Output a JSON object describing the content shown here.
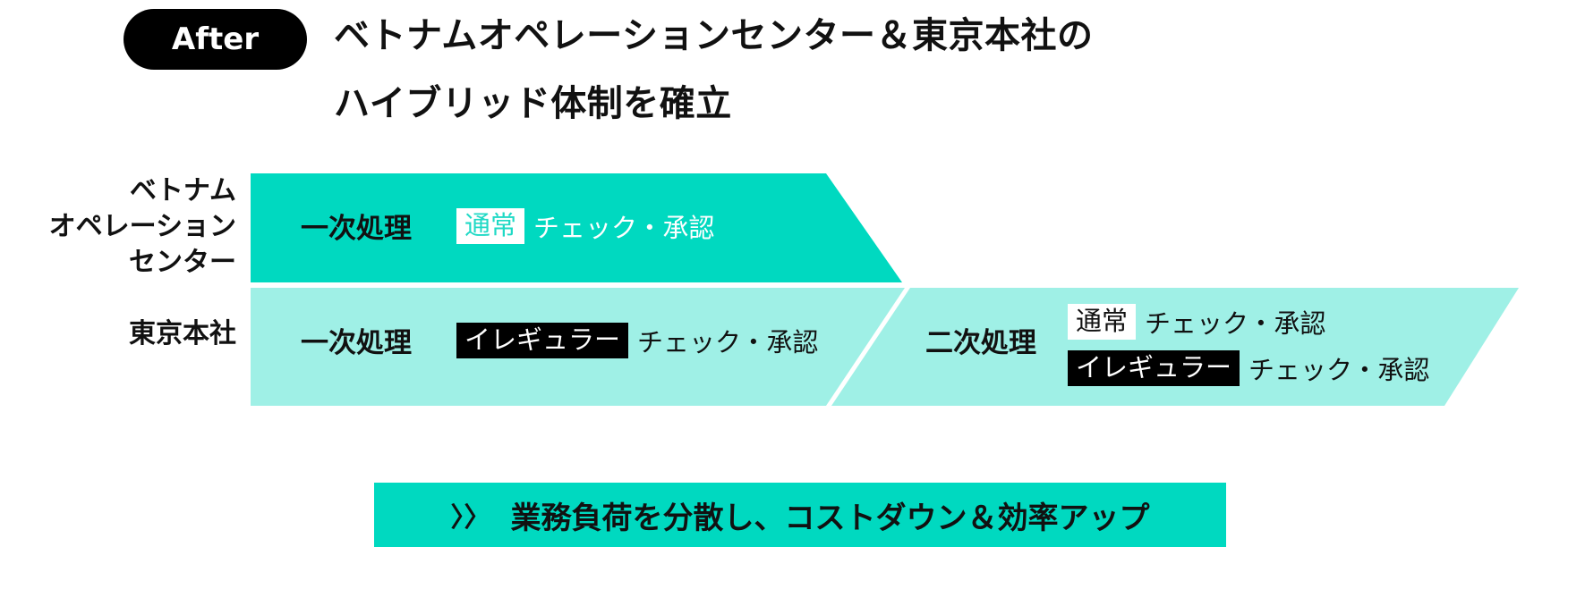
{
  "badge": {
    "label": "After"
  },
  "headline": {
    "line1": "ベトナムオペレーションセンター＆東京本社の",
    "line2": "ハイブリッド体制を確立"
  },
  "rows": {
    "vietnam_label_lines": [
      "ベトナム",
      "オペレーション",
      "センター"
    ],
    "tokyo_label": "東京本社"
  },
  "stages": {
    "vn_primary": {
      "title": "一次処理",
      "chip": "通常",
      "text": "チェック・承認"
    },
    "tokyo_primary": {
      "title": "一次処理",
      "chip": "イレギュラー",
      "text": "チェック・承認"
    },
    "tokyo_secondary": {
      "title": "二次処理",
      "items": [
        {
          "chip": "通常",
          "text": "チェック・承認"
        },
        {
          "chip": "イレギュラー",
          "text": "チェック・承認"
        }
      ]
    }
  },
  "summary": {
    "chevron": "〉〉",
    "text": "業務負荷を分散し、コストダウン＆効率アップ"
  },
  "colors": {
    "strong": "#00d9c0",
    "light": "#9ff0e6",
    "black": "#000000"
  }
}
